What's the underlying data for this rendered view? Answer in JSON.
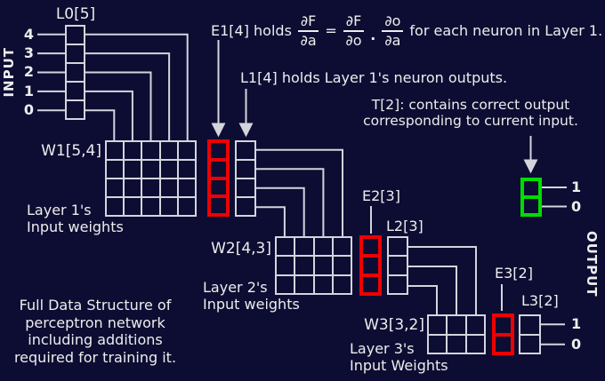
{
  "colors": {
    "background": "#0d0d33",
    "line": "#d4d4dd",
    "text": "#ededed",
    "error_red": "#ee0101",
    "target_green": "#00dc00"
  },
  "input": {
    "axis_label": "INPUT",
    "layer_label": "L0[5]",
    "indices": [
      "4",
      "3",
      "2",
      "1",
      "0"
    ]
  },
  "output_axis_label": "OUTPUT",
  "weights": {
    "w1": {
      "label": "W1[5,4]",
      "caption": "Layer 1's\nInput weights",
      "cols": 5,
      "rows": 4
    },
    "w2": {
      "label": "W2[4,3]",
      "caption": "Layer 2's\nInput weights",
      "cols": 4,
      "rows": 3
    },
    "w3": {
      "label": "W3[3,2]",
      "caption": "Layer 3's\nInput Weights",
      "cols": 3,
      "rows": 2
    }
  },
  "errors": {
    "e2": {
      "label": "E2[3]",
      "cells": 3
    },
    "e3": {
      "label": "E3[2]",
      "cells": 2
    }
  },
  "layers": {
    "l0": {
      "cells": 5
    },
    "e1": {
      "cells": 4
    },
    "l1": {
      "cells": 4
    },
    "l2": {
      "label": "L2[3]",
      "cells": 3
    },
    "l3": {
      "label": "L3[2]",
      "cells": 2,
      "row_labels": [
        "1",
        "0"
      ]
    }
  },
  "target": {
    "cells": 2,
    "row_labels": [
      "1",
      "0"
    ]
  },
  "sentences": {
    "e1": {
      "prefix": "E1[4] holds",
      "f1_num": "∂F",
      "f1_den": "∂a",
      "equals": "=",
      "f2_num": "∂F",
      "f2_den": "∂o",
      "dot": ".",
      "f3_num": "∂o",
      "f3_den": "∂a",
      "suffix": "for each neuron in Layer 1."
    },
    "l1": "L1[4] holds Layer 1's neuron outputs.",
    "t": "T[2]: contains correct output\ncorresponding to current input.",
    "caption": "Full Data Structure of\nperceptron network\nincluding additions\nrequired for training it."
  }
}
